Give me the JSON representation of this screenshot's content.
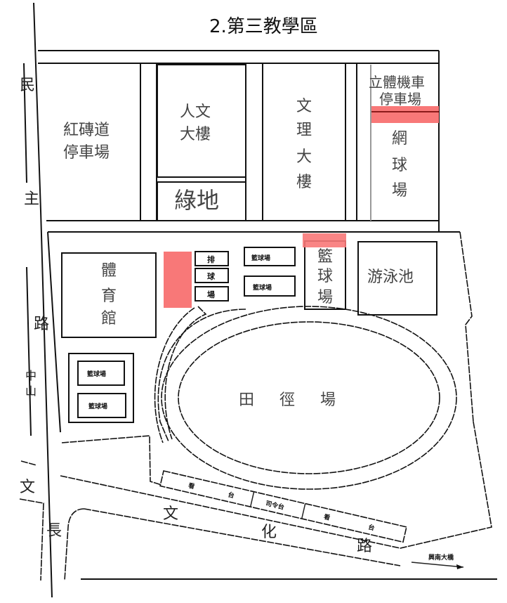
{
  "title": "2.第三教學區",
  "colors": {
    "highlight": "#f87878",
    "line": "#111111",
    "background": "#ffffff"
  },
  "buildings": {
    "red_brick_parking": {
      "line1": "紅磚道",
      "line2": "停車場"
    },
    "humanities_building": {
      "line1": "人文",
      "line2": "大樓"
    },
    "green_space": "綠地",
    "science_building": [
      "文",
      "理",
      "大",
      "樓"
    ],
    "motorcycle_parking": {
      "line1": "立體機車",
      "line2": "停車場"
    },
    "tennis_court": [
      "網",
      "球",
      "場"
    ],
    "gymnasium": [
      "體",
      "育",
      "館"
    ],
    "badminton_court": [
      "排",
      "球",
      "場"
    ],
    "basketball_court_small_1": "籃球場",
    "basketball_court_small_2": "籃球場",
    "basketball_court_vertical": [
      "籃",
      "球",
      "場"
    ],
    "swimming_pool": "游泳池",
    "basketball_court_left_1": "籃球場",
    "basketball_court_left_2": "籃球場",
    "track_field": [
      "田",
      "徑",
      "場"
    ],
    "grandstand_left": [
      "看",
      "台"
    ],
    "command_stand": "司令台",
    "grandstand_right": [
      "看",
      "台"
    ]
  },
  "roads": {
    "minzhu_road": [
      "民",
      "主",
      "路"
    ],
    "zhongshan_road": [
      "中",
      "山"
    ],
    "wenhua_road": [
      "文",
      "化",
      "路"
    ],
    "changxx_road": "長",
    "partial_road": "文"
  },
  "direction": {
    "label": "興南大橋",
    "arrow": "→"
  }
}
